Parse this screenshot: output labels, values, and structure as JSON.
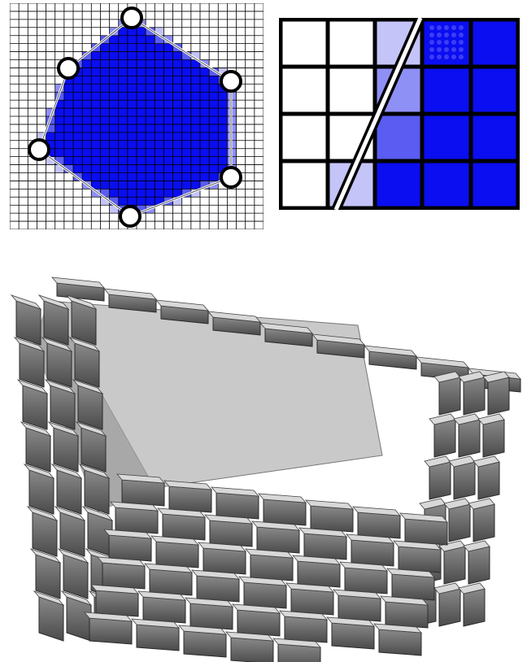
{
  "figure": {
    "panels": [
      {
        "id": "voxel-grid-polygon",
        "description_visible_text": ""
      },
      {
        "id": "zoomed-partial-coverage",
        "description_visible_text": ""
      },
      {
        "id": "voxelized-3d-surface",
        "description_visible_text": ""
      }
    ],
    "colors": {
      "fill_full": "#0a0ef0",
      "fill_medium": "#5a5cf2",
      "fill_light": "#8f90f6",
      "fill_faint": "#c4c4f8",
      "grid_line": "#000000",
      "polygon_edge": "#ffffff",
      "vertex_marker": "#ffffff",
      "block_dark": "#5c5c5c",
      "block_light": "#d8d8d8",
      "inner_face": "#bdbdbd"
    },
    "grid_panel": {
      "cells_per_side": 28,
      "vertex_count": 6
    },
    "zoom_panel": {
      "rows": 4,
      "cols": 5,
      "coverage": [
        [
          0,
          0,
          0.25,
          1,
          1
        ],
        [
          0,
          0,
          0.5,
          1,
          1
        ],
        [
          0,
          0,
          0.7,
          1,
          1
        ],
        [
          0,
          0.3,
          1,
          1,
          1
        ]
      ]
    }
  }
}
